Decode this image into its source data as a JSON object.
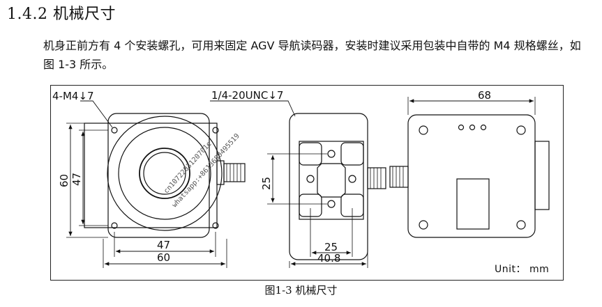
{
  "heading": "1.4.2 机械尺寸",
  "paragraph": "机身正前方有 4 个安装螺孔，可用来固定 AGV 导航读码器，安装时建议采用包装中自带的 M4 规格螺丝，如图 1-3 所示。",
  "figure": {
    "labels": {
      "m4_hole": "4-M4↓7",
      "unc_hole": "1/4-20UNC↓7",
      "dim_60_v": "60",
      "dim_47_v": "47",
      "dim_47_h": "47",
      "dim_60_h": "60",
      "dim_25_v": "25",
      "dim_25_h": "25",
      "dim_408": "40.8",
      "dim_68": "68"
    },
    "unit": "Unit： mm",
    "watermark_1": "cn1072203120701e",
    "watermark_2": "whatsapp:+8613680495519"
  },
  "caption": "图1-3  机械尺寸"
}
